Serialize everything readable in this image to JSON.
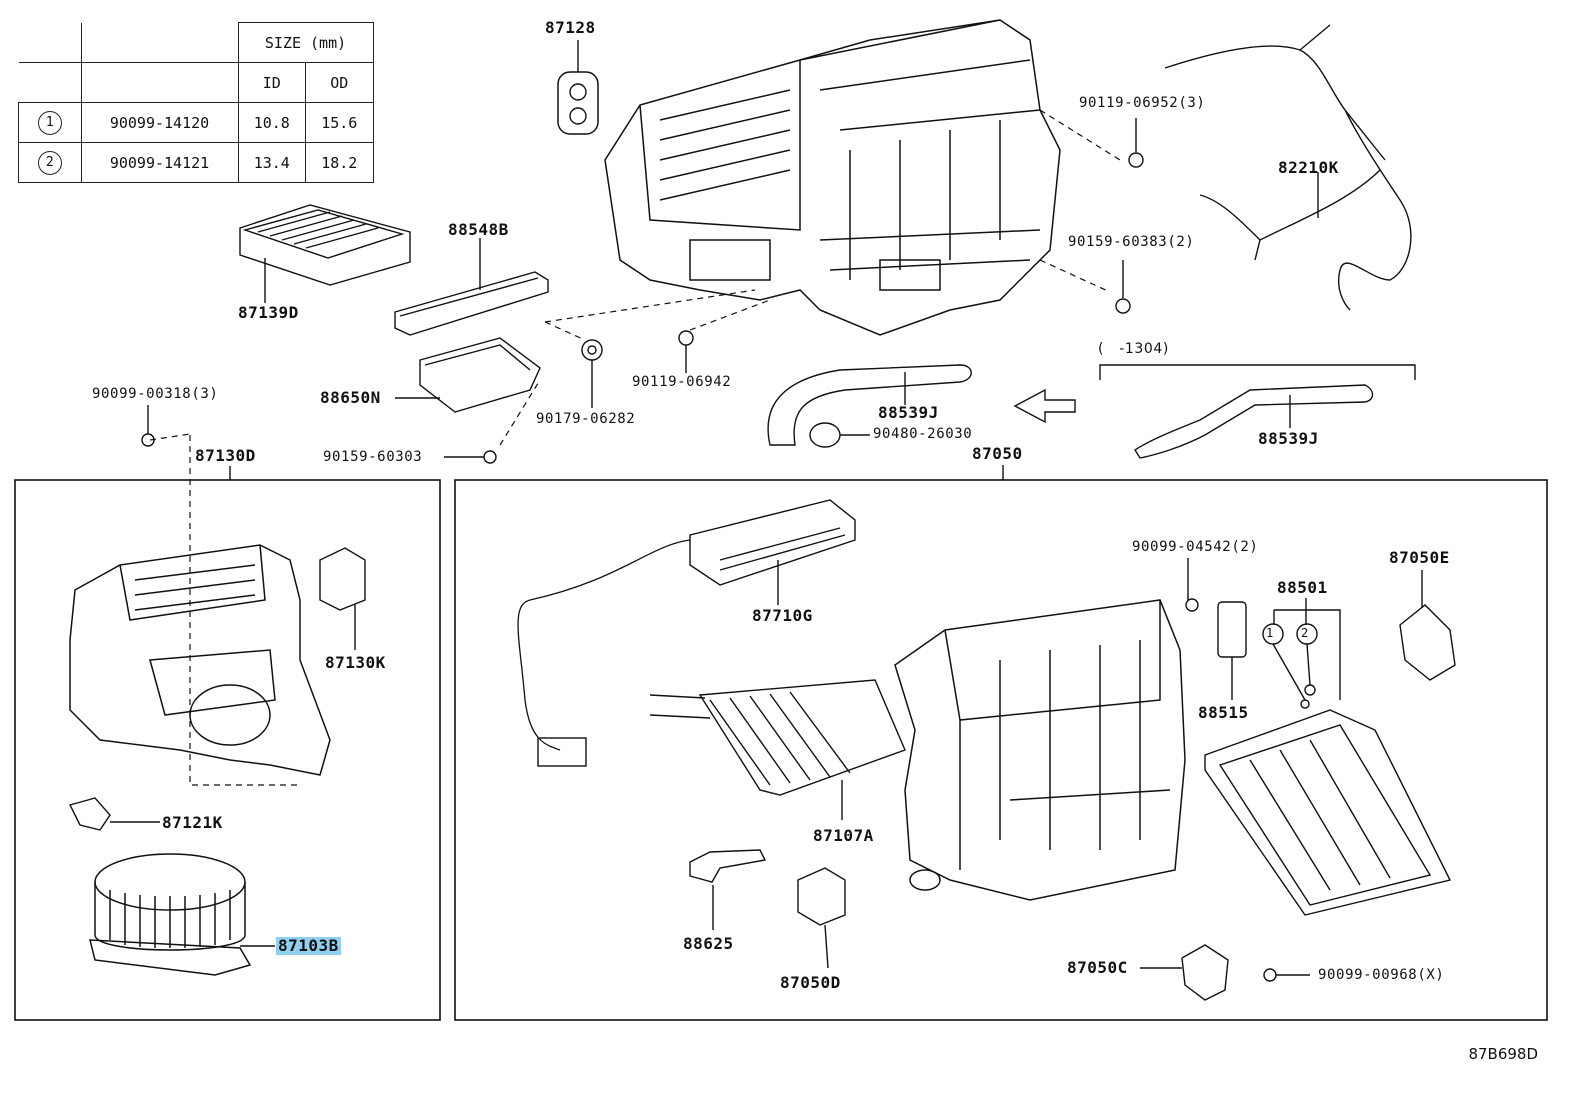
{
  "size_table": {
    "header_size": "SIZE (mm)",
    "col_id": "ID",
    "col_od": "OD",
    "rows": [
      {
        "ref": "1",
        "part": "90099-14120",
        "id": "10.8",
        "od": "15.6"
      },
      {
        "ref": "2",
        "part": "90099-14121",
        "id": "13.4",
        "od": "18.2"
      }
    ]
  },
  "labels": {
    "p87128": "87128",
    "p88548B": "88548B",
    "p87139D": "87139D",
    "p88650N": "88650N",
    "p90099_00318": "90099-00318(3)",
    "p90159_60303": "90159-60303",
    "p90179_06282": "90179-06282",
    "p90119_06942": "90119-06942",
    "p88539J_a": "88539J",
    "p90480_26030": "90480-26030",
    "p90119_06952": "90119-06952(3)",
    "p82210K": "82210K",
    "p90159_60383": "90159-60383(2)",
    "range_1304": "(   -1304)",
    "p88539J_b": "88539J",
    "p87130D": "87130D",
    "p87050": "87050",
    "p87130K": "87130K",
    "p87121K": "87121K",
    "p87103B": "87103B",
    "p87710G": "87710G",
    "p90099_04542": "90099-04542(2)",
    "p88501": "88501",
    "p87050E": "87050E",
    "p88515": "88515",
    "p87107A": "87107A",
    "p88625": "88625",
    "p87050D": "87050D",
    "p87050C": "87050C",
    "p90099_00968": "90099-00968(X)",
    "ref1": "1",
    "ref2": "2"
  },
  "highlight_color": "#8fd0f0",
  "diagram_code": "87B698D"
}
